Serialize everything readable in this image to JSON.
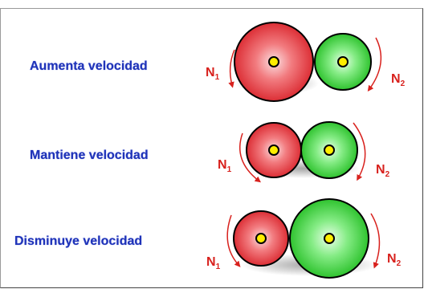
{
  "rows": [
    {
      "label": "Aumenta velocidad"
    },
    {
      "label": "Mantiene velocidad"
    },
    {
      "label": "Disminuye velocidad"
    }
  ],
  "gear_labels": {
    "left": {
      "letter": "N",
      "sub": "1"
    },
    "right": {
      "letter": "N",
      "sub": "2"
    }
  },
  "colors": {
    "label_text": "#1f33b8",
    "driver_gear": "#e8454a",
    "driven_gear": "#3fcf3f",
    "hub": "#ffee00",
    "arrow": "#d8211d"
  }
}
